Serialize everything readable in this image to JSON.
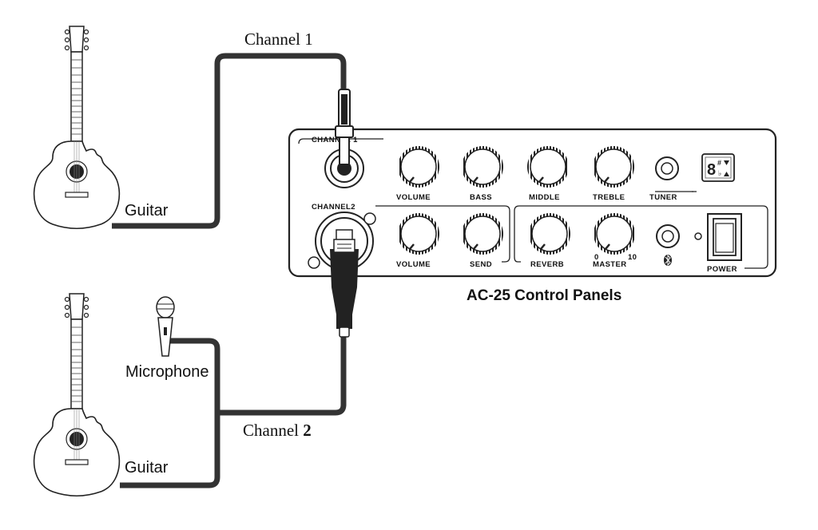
{
  "diagram": {
    "caption": "AC-25 Control Panels",
    "channel1_label": "Channel 1",
    "channel2_label_text": "Channel ",
    "channel2_label_num": "2",
    "guitar1_label": "Guitar",
    "guitar2_label": "Guitar",
    "microphone_label": "Microphone"
  },
  "panel": {
    "channel1_section": "CHANNEL 1",
    "channel2_section": "CHANNEL2",
    "ch1_knobs": [
      "VOLUME",
      "BASS",
      "MIDDLE",
      "TREBLE"
    ],
    "tuner_label": "TUNER",
    "ch2_knobs": [
      "VOLUME",
      "SEND"
    ],
    "reverb_label": "REVERB",
    "master_label": "MASTER",
    "master_min": "0",
    "master_max": "10",
    "power_label": "POWER",
    "tuner_display_digit": "8",
    "tuner_display_sharp": "#",
    "tuner_display_flat": "♭"
  }
}
